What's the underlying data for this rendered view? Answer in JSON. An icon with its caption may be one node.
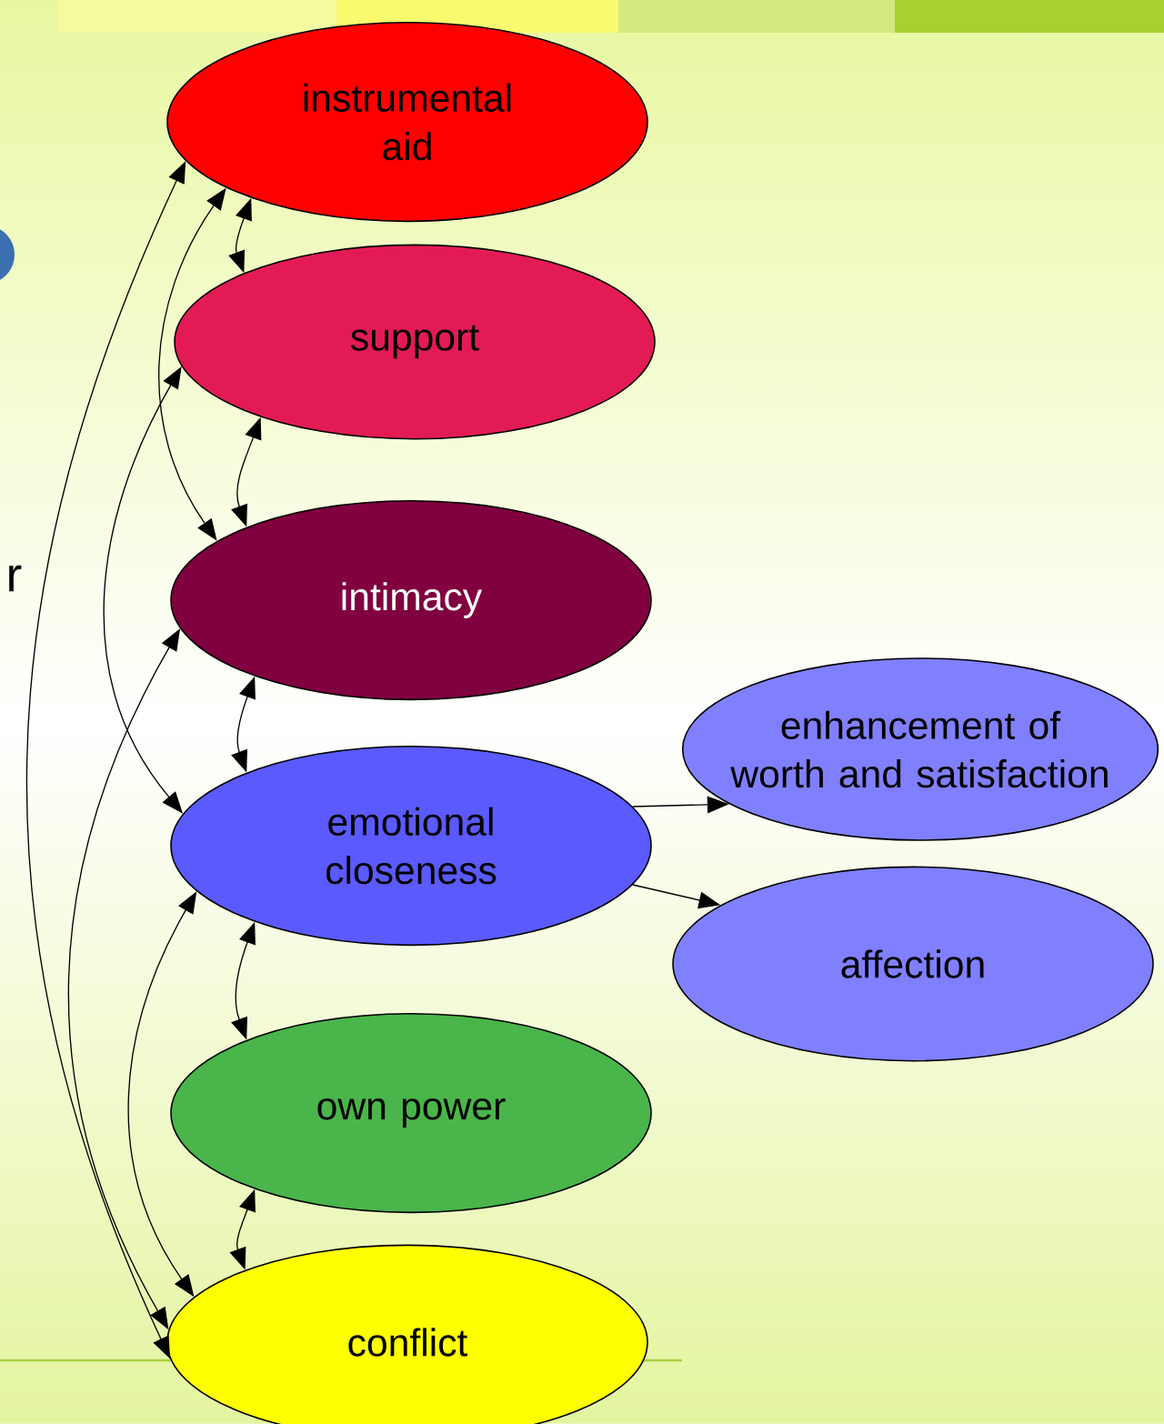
{
  "diagram": {
    "nodes": [
      {
        "text": [
          "instrumental aid"
        ]
      },
      {
        "text": [
          "support"
        ]
      },
      {
        "text": [
          "intimacy"
        ]
      },
      {
        "text": [
          "emotional closeness"
        ]
      },
      {
        "text": [
          "own power"
        ]
      },
      {
        "text": [
          "conflict"
        ]
      },
      {
        "text": [
          "enhancement of worth and satisfaction"
        ]
      },
      {
        "text": [
          "affection"
        ]
      }
    ],
    "edges": [
      {
        "from": 0,
        "to": 1,
        "arrow": "both"
      },
      {
        "from": 1,
        "to": 2,
        "arrow": "both"
      },
      {
        "from": 2,
        "to": 3,
        "arrow": "both"
      },
      {
        "from": 3,
        "to": 4,
        "arrow": "both"
      },
      {
        "from": 4,
        "to": 5,
        "arrow": "both"
      },
      {
        "from": 0,
        "to": 2,
        "arrow": "both"
      },
      {
        "from": 0,
        "to": 5,
        "arrow": "both"
      },
      {
        "from": 1,
        "to": 3,
        "arrow": "both"
      },
      {
        "from": 2,
        "to": 5,
        "arrow": "both"
      },
      {
        "from": 3,
        "to": 5,
        "arrow": "both"
      },
      {
        "from": 3,
        "to": 6,
        "arrow": "to"
      },
      {
        "from": 3,
        "to": 7,
        "arrow": "to"
      }
    ],
    "labels": [
      "r"
    ]
  }
}
